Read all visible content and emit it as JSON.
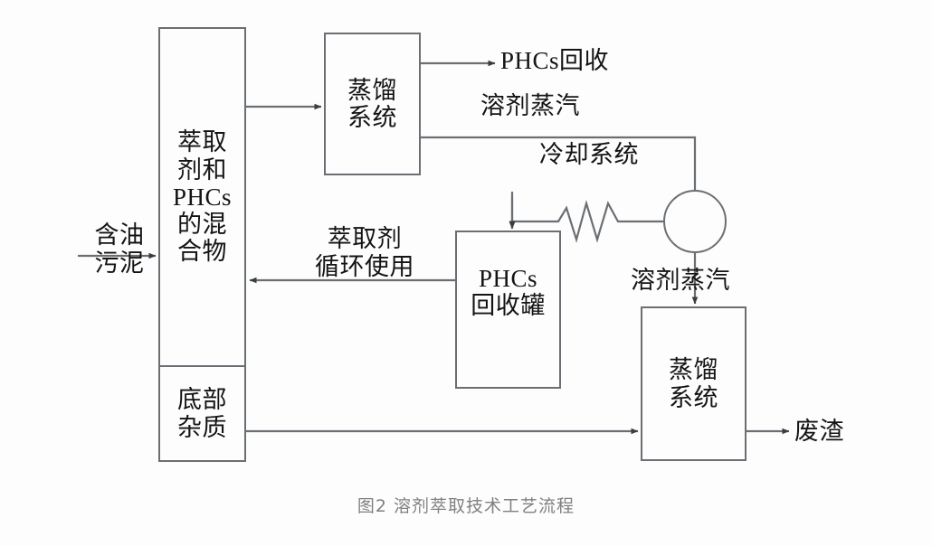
{
  "figure": {
    "caption": "图2 溶剂萃取技术工艺流程",
    "colors": {
      "line": "#6b6f73",
      "text": "#141414",
      "caption": "#808080",
      "background": "#fdfdfd"
    }
  },
  "nodes": {
    "feed_separator": {
      "top_cell": {
        "lines": [
          "萃取",
          "剂和",
          "PHCs",
          "的混",
          "合物"
        ],
        "text": "萃取剂和PHCs的混合物"
      },
      "bottom_cell": {
        "lines": [
          "底部",
          "杂质"
        ],
        "text": "底部杂质"
      }
    },
    "distill_top": {
      "lines": [
        "蒸馏",
        "系统"
      ],
      "text": "蒸馏系统"
    },
    "phcs_tank": {
      "lines": [
        "PHCs",
        "回收罐"
      ],
      "text": "PHCs回收罐"
    },
    "distill_bottom": {
      "lines": [
        "蒸馏",
        "系统"
      ],
      "text": "蒸馏系统"
    },
    "condenser_drum": {
      "text": ""
    }
  },
  "labels": {
    "feed_in": {
      "lines": [
        "含油",
        "污泥"
      ],
      "text": "含油污泥"
    },
    "phcs_recovery": "PHCs回收",
    "solvent_vapor_top": "溶剂蒸汽",
    "cooling_system": "冷却系统",
    "extractant_recycle": {
      "lines": [
        "萃取剂",
        "循环使用"
      ],
      "text": "萃取剂循环使用"
    },
    "solvent_vapor_bottom": "溶剂蒸汽",
    "waste_residue": "废渣"
  },
  "flows": [
    {
      "name": "feed-in-to-separator",
      "from": "含油污泥",
      "to": "萃取剂和PHCs的混合物",
      "arrow": true
    },
    {
      "name": "separator-to-distill-top",
      "from": "萃取剂和PHCs的混合物",
      "to": "蒸馏系统",
      "arrow": true
    },
    {
      "name": "distill-top-to-phcs-recovery",
      "from": "蒸馏系统",
      "to": "PHCs回收",
      "arrow": true
    },
    {
      "name": "distill-top-to-condenser",
      "from": "蒸馏系统",
      "to": "冷却系统",
      "arrow": false
    },
    {
      "name": "condenser-to-phcs-tank",
      "from": "冷却系统",
      "to": "PHCs回收罐",
      "arrow": true
    },
    {
      "name": "condenser-drum-to-distill-bottom",
      "from": "冷却系统",
      "to": "蒸馏系统",
      "arrow": true
    },
    {
      "name": "phcs-tank-to-separator",
      "from": "PHCs回收罐",
      "to": "萃取剂和PHCs的混合物",
      "arrow": true
    },
    {
      "name": "bottom-solids-to-distill-bottom",
      "from": "底部杂质",
      "to": "蒸馏系统",
      "arrow": true
    },
    {
      "name": "distill-bottom-to-waste",
      "from": "蒸馏系统",
      "to": "废渣",
      "arrow": true
    }
  ]
}
